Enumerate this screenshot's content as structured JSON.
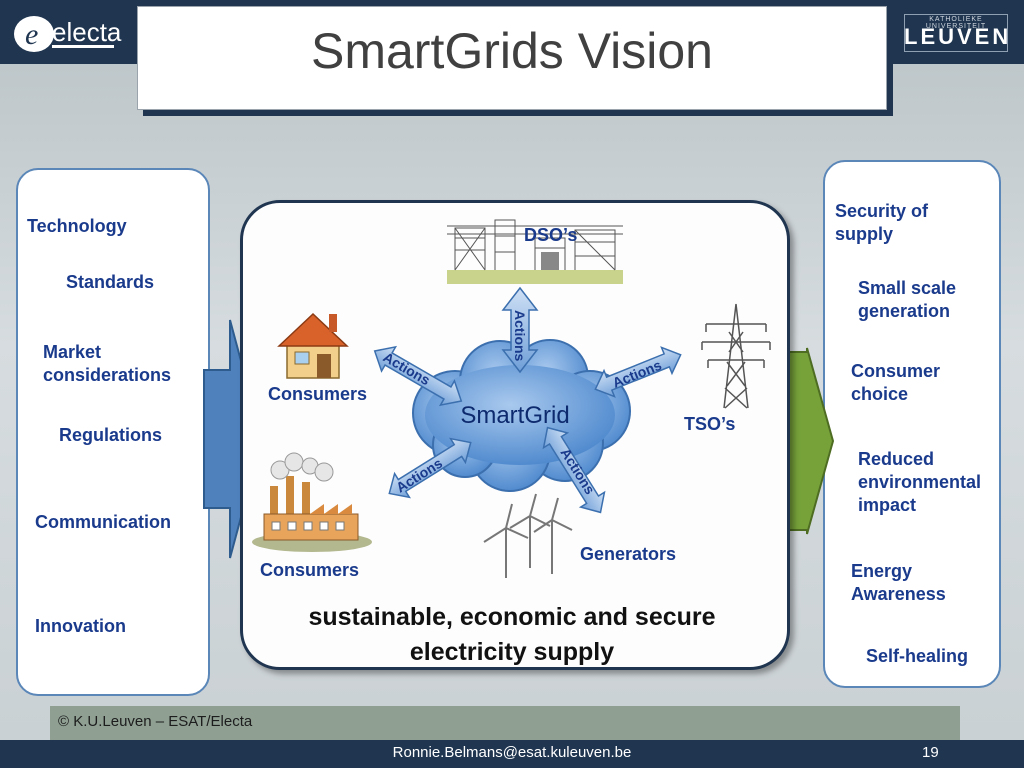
{
  "title": "SmartGrids Vision",
  "logos": {
    "electa": "electa",
    "leuven_small": "KATHOLIEKE UNIVERSITEIT",
    "leuven_big": "LEUVEN"
  },
  "left_items": [
    "Technology",
    "Standards",
    "Market considerations",
    "Regulations",
    "Communication",
    "Innovation"
  ],
  "right_items": [
    "Security of supply",
    "Small scale generation",
    "Consumer choice",
    "Reduced environmental impact",
    "Energy Awareness",
    "Self-healing"
  ],
  "center": {
    "hub": "SmartGrid",
    "dso": "DSO’s",
    "tso": "TSO’s",
    "consumers_top": "Consumers",
    "consumers_bottom": "Consumers",
    "generators": "Generators",
    "actions": "Actions",
    "bottom_line1": "sustainable, economic and secure",
    "bottom_line2": "electricity supply"
  },
  "footer": {
    "copyright": "© K.U.Leuven – ESAT/Electa",
    "email": "Ronnie.Belmans@esat.kuleuven.be",
    "page": "19"
  },
  "colors": {
    "navy": "#1f3550",
    "text_blue": "#1a3a8c",
    "left_arrow": "#4f81bd",
    "right_arrow": "#77a23a",
    "cloud": "#5b9bd5"
  }
}
